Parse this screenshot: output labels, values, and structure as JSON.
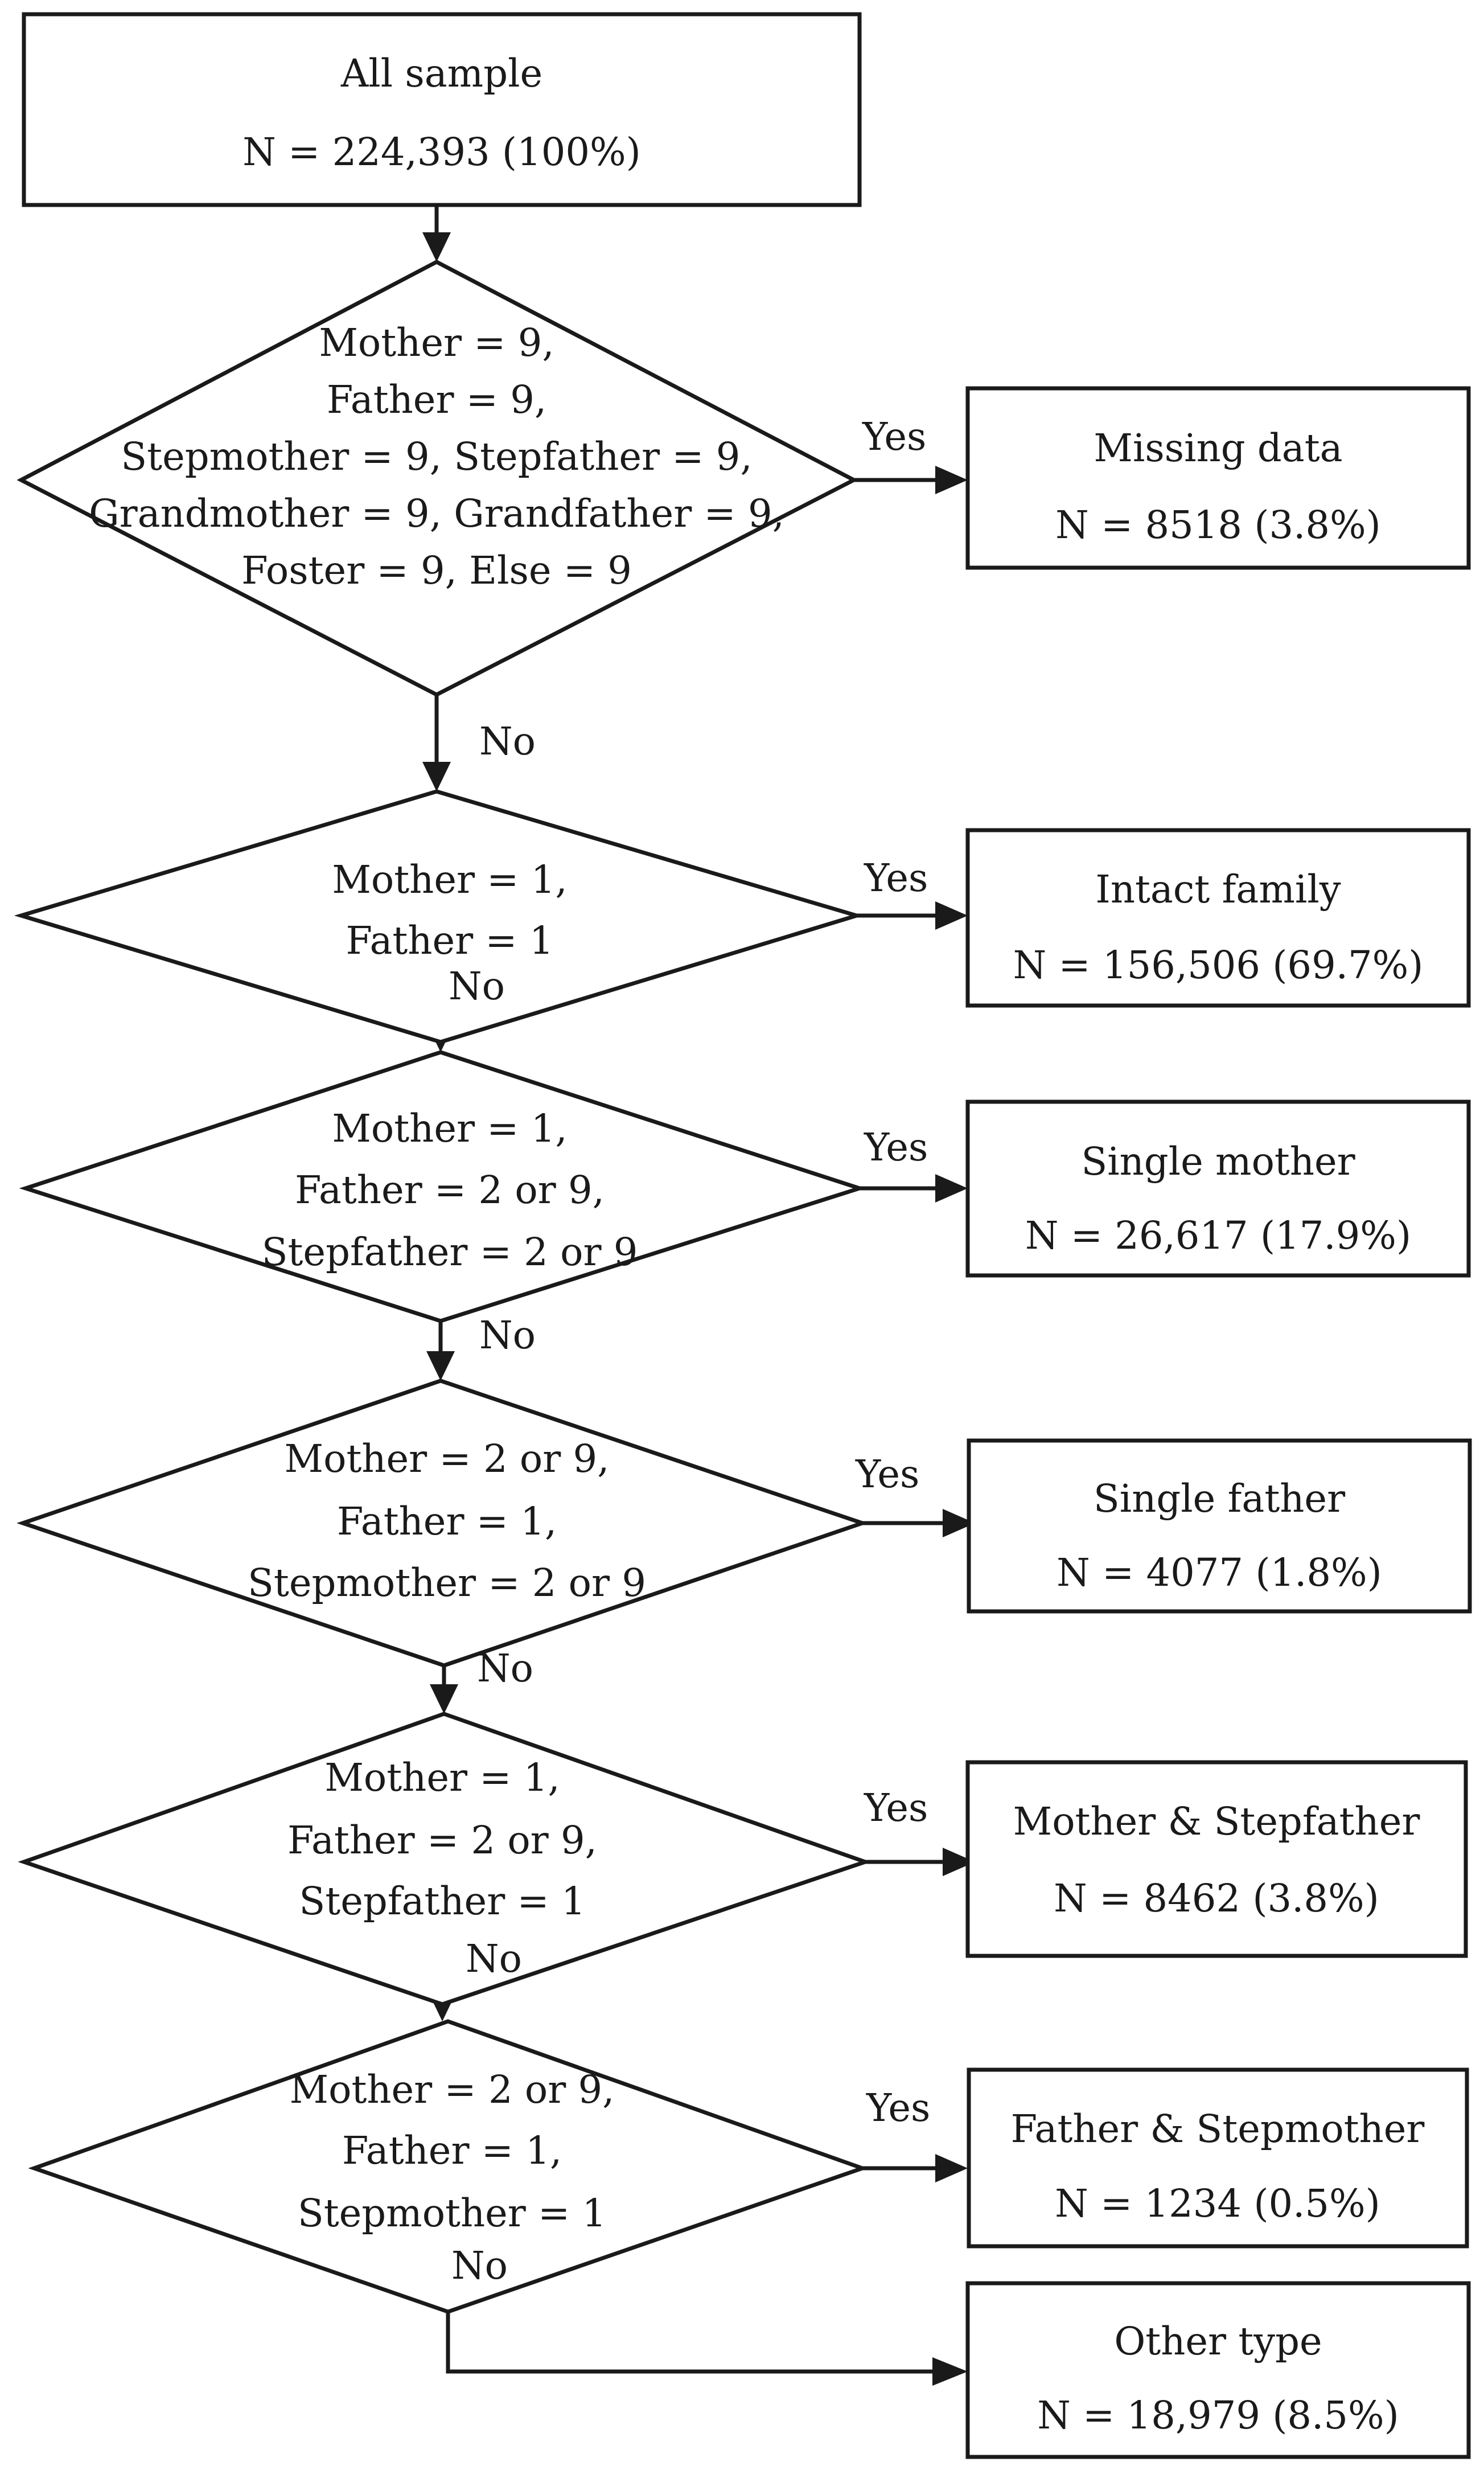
{
  "start": {
    "line1": "All sample",
    "line2": "N = 224,393 (100%)"
  },
  "decisions": [
    {
      "lines": [
        "Mother = 9,",
        "Father = 9,",
        "Stepmother = 9, Stepfather = 9,",
        "Grandmother = 9, Grandfather = 9,",
        "Foster = 9, Else = 9"
      ],
      "yes": "Yes",
      "no": "No"
    },
    {
      "lines": [
        "Mother = 1,",
        "Father = 1"
      ],
      "yes": "Yes",
      "no": "No"
    },
    {
      "lines": [
        "Mother = 1,",
        "Father = 2 or 9,",
        "Stepfather = 2 or 9"
      ],
      "yes": "Yes",
      "no": "No"
    },
    {
      "lines": [
        "Mother = 2 or 9,",
        "Father = 1,",
        "Stepmother = 2 or 9"
      ],
      "yes": "Yes",
      "no": "No"
    },
    {
      "lines": [
        "Mother = 1,",
        "Father = 2 or 9,",
        "Stepfather = 1"
      ],
      "yes": "Yes",
      "no": "No"
    },
    {
      "lines": [
        "Mother = 2 or 9,",
        "Father = 1,",
        "Stepmother = 1"
      ],
      "yes": "Yes",
      "no": "No"
    }
  ],
  "outcomes": [
    {
      "title": "Missing data",
      "count": "N = 8518 (3.8%)"
    },
    {
      "title": "Intact family",
      "count": "N = 156,506 (69.7%)"
    },
    {
      "title": "Single mother",
      "count": "N = 26,617 (17.9%)"
    },
    {
      "title": "Single father",
      "count": "N = 4077 (1.8%)"
    },
    {
      "title": "Mother & Stepfather",
      "count": "N = 8462 (3.8%)"
    },
    {
      "title": "Father & Stepmother",
      "count": "N = 1234 (0.5%)"
    },
    {
      "title": "Other type",
      "count": "N = 18,979 (8.5%)"
    }
  ]
}
